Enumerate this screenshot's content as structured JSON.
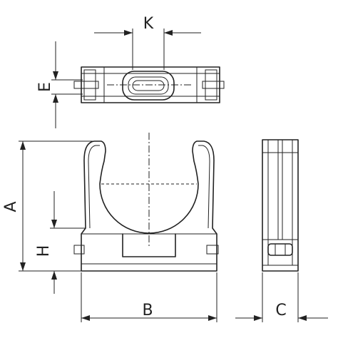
{
  "dimensions": {
    "A": "A",
    "B": "B",
    "C": "C",
    "E": "E",
    "H": "H",
    "K": "K"
  },
  "colors": {
    "line": "#222222",
    "background": "#ffffff"
  }
}
